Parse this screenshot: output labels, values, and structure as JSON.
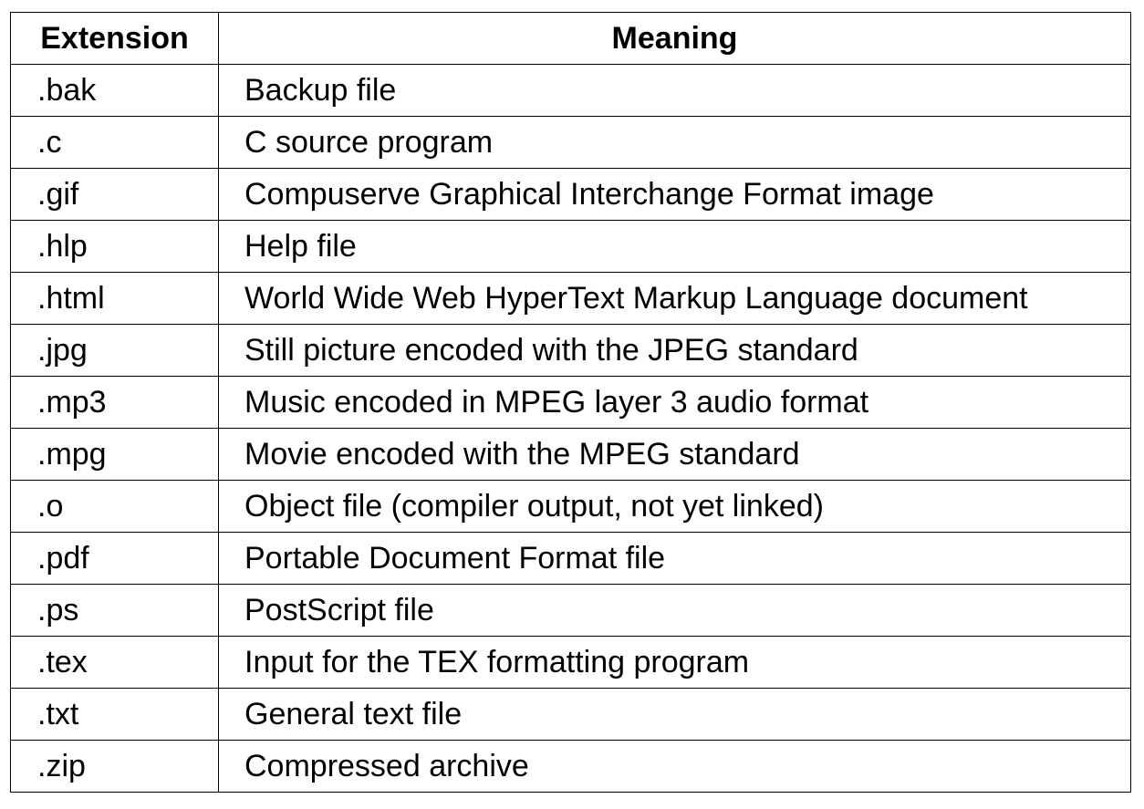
{
  "table": {
    "headers": {
      "extension": "Extension",
      "meaning": "Meaning"
    },
    "rows": [
      {
        "extension": ".bak",
        "meaning": "Backup file"
      },
      {
        "extension": ".c",
        "meaning": "C source program"
      },
      {
        "extension": ".gif",
        "meaning": "Compuserve Graphical Interchange Format image"
      },
      {
        "extension": ".hlp",
        "meaning": "Help file"
      },
      {
        "extension": ".html",
        "meaning": "World Wide Web HyperText Markup Language document"
      },
      {
        "extension": ".jpg",
        "meaning": "Still picture encoded with the JPEG standard"
      },
      {
        "extension": ".mp3",
        "meaning": "Music encoded in MPEG layer 3 audio format"
      },
      {
        "extension": ".mpg",
        "meaning": "Movie encoded with the MPEG standard"
      },
      {
        "extension": ".o",
        "meaning": "Object file (compiler output, not yet linked)"
      },
      {
        "extension": ".pdf",
        "meaning": "Portable Document Format file"
      },
      {
        "extension": ".ps",
        "meaning": "PostScript file"
      },
      {
        "extension": ".tex",
        "meaning": "Input for the TEX formatting program"
      },
      {
        "extension": ".txt",
        "meaning": "General text file"
      },
      {
        "extension": ".zip",
        "meaning": "Compressed archive"
      }
    ]
  }
}
